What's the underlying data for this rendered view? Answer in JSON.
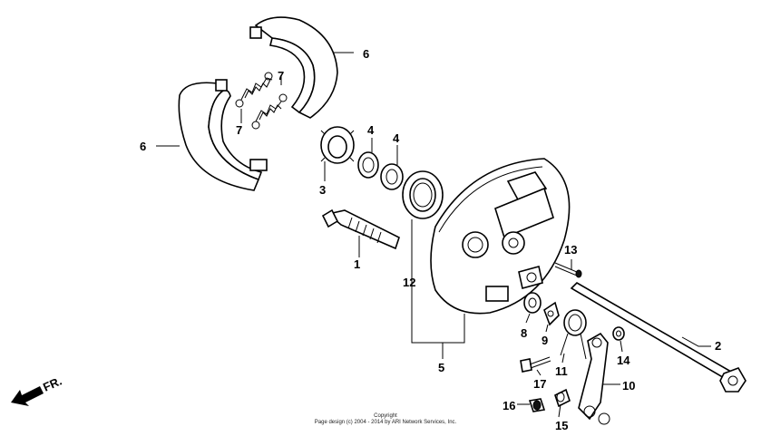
{
  "callouts": {
    "p1": "1",
    "p2": "2",
    "p3": "3",
    "p4a": "4",
    "p4b": "4",
    "p5": "5",
    "p6a": "6",
    "p6b": "6",
    "p7a": "7",
    "p7b": "7",
    "p8": "8",
    "p9": "9",
    "p10": "10",
    "p11": "11",
    "p12": "12",
    "p13": "13",
    "p14": "14",
    "p15": "15",
    "p16": "16",
    "p17": "17"
  },
  "front_label": "FR.",
  "copyright": {
    "line1": "Copyright",
    "line2": "Page design (c) 2004 - 2014 by ARI Network Services, Inc."
  }
}
